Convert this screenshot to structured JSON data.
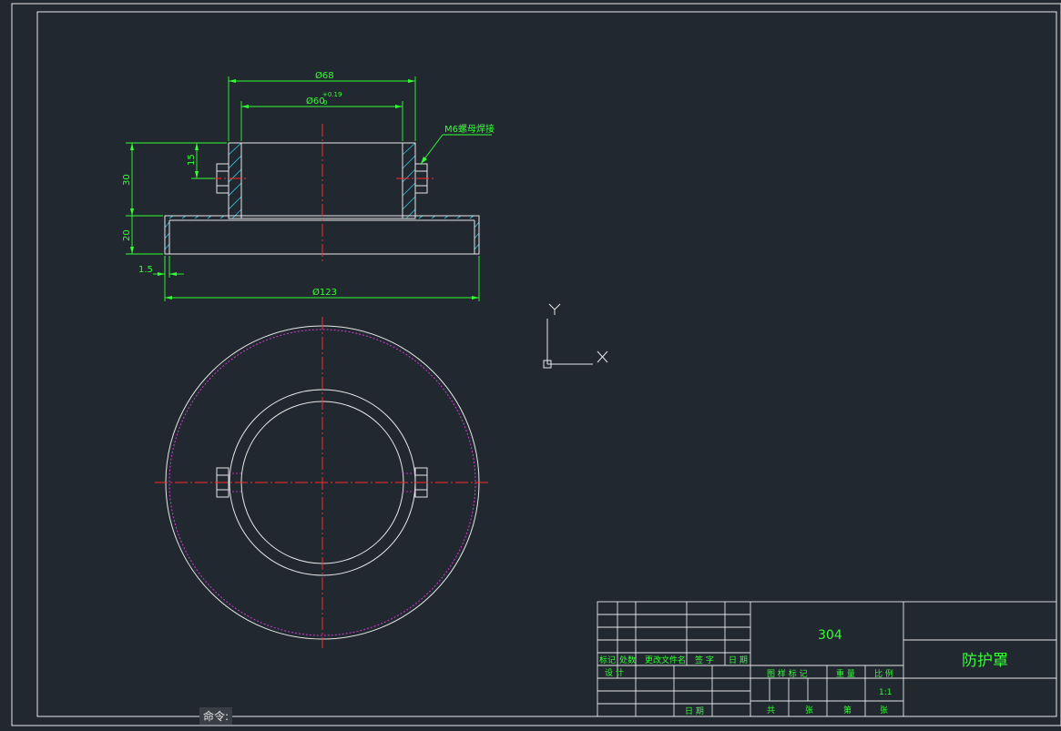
{
  "drawing": {
    "dim_outer_top": "Ø68",
    "dim_inner_top": "Ø60",
    "dim_inner_tol_upper": "+0.19",
    "dim_inner_tol_lower": "0",
    "dim_overall": "Ø123",
    "dim_left_30": "30",
    "dim_left_15": "15",
    "dim_left_20": "20",
    "dim_left_1_5": "1.5",
    "leader_note": "M6螺母焊接"
  },
  "ucs": {
    "y_label": "Y",
    "x_label": "X"
  },
  "title_block": {
    "material": "304",
    "part_name": "防护罩",
    "header_mark": "标记",
    "header_count": "处数",
    "header_change_doc": "更改文件名",
    "header_sign": "签 字",
    "header_date": "日 期",
    "row_design": "设 计",
    "row_date_bottom": "日 期",
    "label_stage_mark": "图 样 标 记",
    "label_weight": "重 量",
    "label_scale": "比 例",
    "scale_value": "1:1",
    "label_total_sheets": "共",
    "label_sheets_1": "张",
    "label_sheet_no": "第",
    "label_sheets_2": "张"
  },
  "command": {
    "prompt": "命令:"
  },
  "colors": {
    "background": "#212830",
    "frame": "#e8e8e8",
    "dimension": "#33ff33",
    "centerline": "#ff2a2a",
    "hatch": "#34c6e0",
    "hidden": "#d23cd2"
  }
}
